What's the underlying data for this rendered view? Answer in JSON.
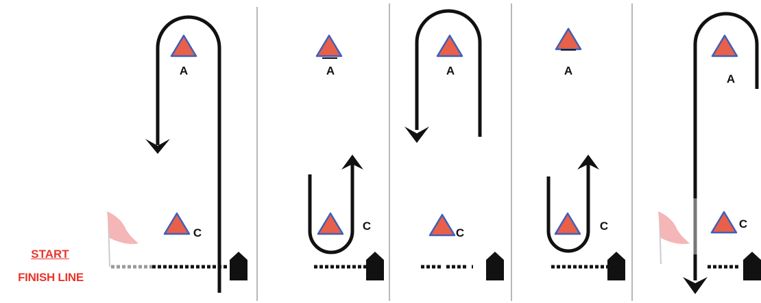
{
  "legend": {
    "start": "START",
    "finish_line": "FINISH LINE"
  },
  "cone_labels": {
    "a": "A",
    "c": "C"
  },
  "colors": {
    "cone_fill": "#e8604a",
    "cone_outline": "#3f5fb8",
    "path": "#111111",
    "flag": "#f4b6b6",
    "label": "#e8362c",
    "divider": "#999999"
  },
  "icons": [
    "cone-icon",
    "flag-icon",
    "house-marker-icon",
    "arrow-head-icon"
  ],
  "panels": [
    {
      "id": "panel-1",
      "pattern": "loop around A, back toward start"
    },
    {
      "id": "panel-2",
      "pattern": "turn around C"
    },
    {
      "id": "panel-3",
      "pattern": "loop around A"
    },
    {
      "id": "panel-4",
      "pattern": "turn around C"
    },
    {
      "id": "panel-5",
      "pattern": "loop around A, through finish"
    }
  ]
}
